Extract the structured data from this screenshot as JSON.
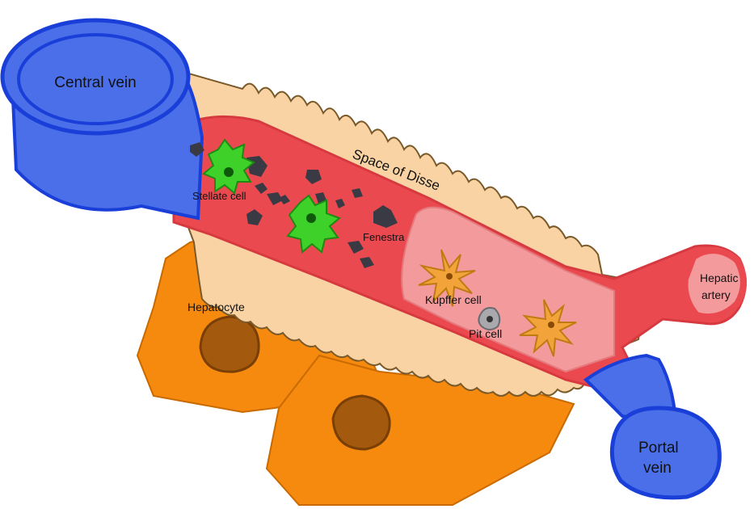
{
  "labels": {
    "central_vein": "Central vein",
    "space_of_disse": "Space of Disse",
    "stellate_cell": "Stellate cell",
    "fenestra": "Fenestra",
    "hepatocyte": "Hepatocyte",
    "kupffer_cell": "Kupffer cell",
    "pit_cell": "Pit cell",
    "hepatic_artery_line1": "Hepatic",
    "hepatic_artery_line2": "artery",
    "portal_vein_line1": "Portal",
    "portal_vein_line2": "vein"
  },
  "colors": {
    "vein_blue": "#4a6fe8",
    "vein_outline": "#1a3fd9",
    "sinusoid_red": "#ea4a4f",
    "sinusoid_pink": "#f39a9c",
    "disse_tan": "#f9d3a3",
    "hepatocyte_orange": "#f58a0e",
    "nucleus_brown": "#a35a0e",
    "stellate_green": "#3dd12a",
    "kupffer_orange": "#f2a43a",
    "fenestra_dark": "#3a3a44",
    "pit_cell_gray": "#a8a8ad"
  }
}
